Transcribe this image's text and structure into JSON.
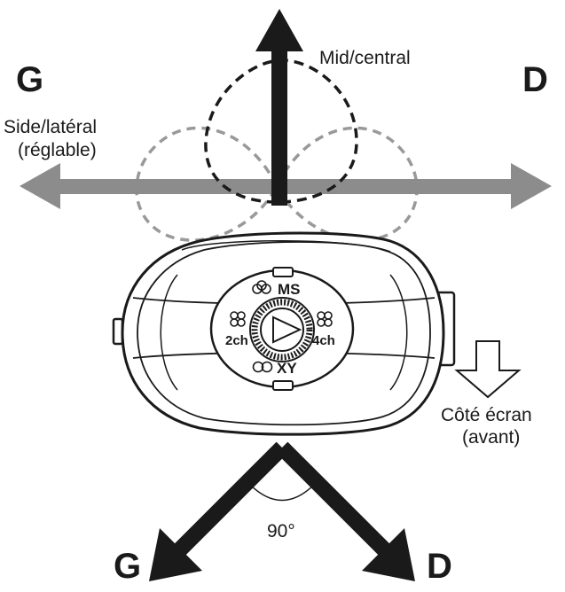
{
  "top": {
    "left_letter": "G",
    "right_letter": "D"
  },
  "bottom": {
    "left_letter": "G",
    "right_letter": "D",
    "angle": "90°"
  },
  "mid_label": "Mid/central",
  "side_label": {
    "line1": "Side/latéral",
    "line2": "(réglable)"
  },
  "front_label": {
    "line1": "Côté écran",
    "line2": "(avant)"
  },
  "selector": {
    "ms": "MS",
    "xy": "XY",
    "two_ch": "2ch",
    "four_ch": "4ch"
  },
  "colors": {
    "ink": "#1a1a1a",
    "side_arrow": "#8c8c8c",
    "side_pattern": "#999999",
    "mid_pattern": "#1a1a1a"
  }
}
